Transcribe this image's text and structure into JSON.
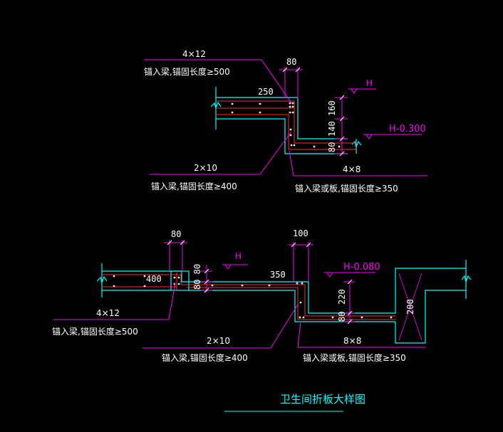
{
  "colors": {
    "background": "#000000",
    "concrete": "#00ffff",
    "rebar": "#ff2a2a",
    "leader": "#ff00ff",
    "text": "#ffffff",
    "dot": "#e8e8e8"
  },
  "detail_top": {
    "label_4x12": "4×12",
    "note_anchor_500": "锚入梁,锚固长度≥500",
    "dim_80": "80",
    "dim_250": "250",
    "level_h": "H",
    "dim_160": "160",
    "dim_140": "140",
    "dim_80_bottom": "80",
    "level_h_minus": "H-0.300",
    "label_2x10": "2×10",
    "note_anchor_400": "锚入梁,锚固长度≥400",
    "label_4x8": "4×8",
    "note_anchor_350": "锚入梁或板,锚固长度≥350"
  },
  "detail_bottom": {
    "dim_80": "80",
    "dim_100": "100",
    "level_h": "H",
    "level_h_minus": "H-0.080",
    "dim_400": "400",
    "dim_80_80": "80 80",
    "dim_350": "350",
    "dim_220": "220",
    "dim_80_bottom": "80",
    "dim_200": "200",
    "label_4x12": "4×12",
    "note_anchor_500": "锚入梁,锚固长度≥500",
    "label_2x10": "2×10",
    "note_anchor_400": "锚入梁,锚固长度≥400",
    "label_8x8": "8×8",
    "note_anchor_350": "锚入梁或板,锚固长度≥350"
  },
  "drawing_title": "卫生间折板大样图"
}
